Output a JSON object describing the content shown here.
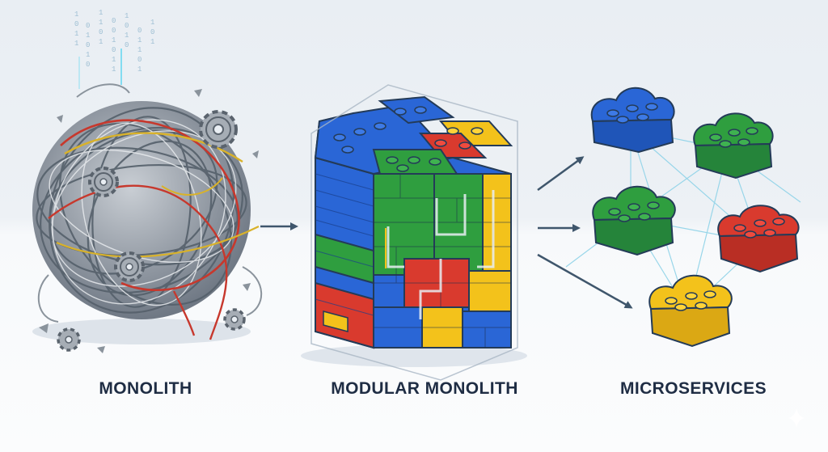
{
  "diagram": {
    "stages": [
      {
        "label": "MONOLITH",
        "icon": "tangled-wires-icon"
      },
      {
        "label": "MODULAR MONOLITH",
        "icon": "brick-cube-icon"
      },
      {
        "label": "MICROSERVICES",
        "icon": "cloud-brick-icon"
      }
    ],
    "colors": {
      "blue": "#2a66d6",
      "red": "#d93a2e",
      "yellow": "#f3c21b",
      "green": "#2f9e3f",
      "wire": "#7d8793",
      "text": "#1f2d44",
      "arrow": "#3f566c",
      "connector": "#8fd3e8"
    }
  }
}
